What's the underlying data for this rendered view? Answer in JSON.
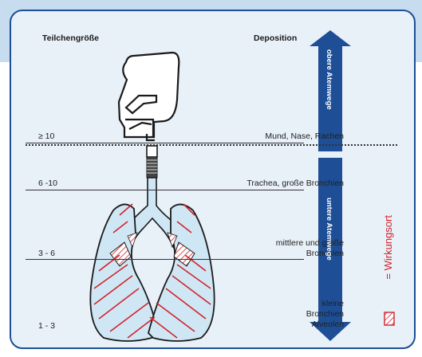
{
  "headers": {
    "particle_size": "Teilchengröße",
    "deposition": "Deposition"
  },
  "rows": [
    {
      "size": "≥ 10",
      "deposition": "Mund, Nase, Rachen"
    },
    {
      "size": "6 -10",
      "deposition": "Trachea, große Bronchien"
    },
    {
      "size": "3 - 6",
      "deposition": "mittlere und große\nBronchien"
    },
    {
      "size": "1 - 3",
      "deposition": "kleine\nBronchien\nAlveolen"
    }
  ],
  "arrows": {
    "upper": "obere Atemwege",
    "lower": "untere Atemwege"
  },
  "legend": {
    "text": "= Wirkungsort"
  },
  "colors": {
    "border_blue": "#1d4e96",
    "arrow_blue": "#1d4e96",
    "panel_bg": "#e8f0f8",
    "strip_bg": "#c8dcef",
    "site_red": "#d2232a",
    "airway_fill": "#cfe7f4"
  }
}
